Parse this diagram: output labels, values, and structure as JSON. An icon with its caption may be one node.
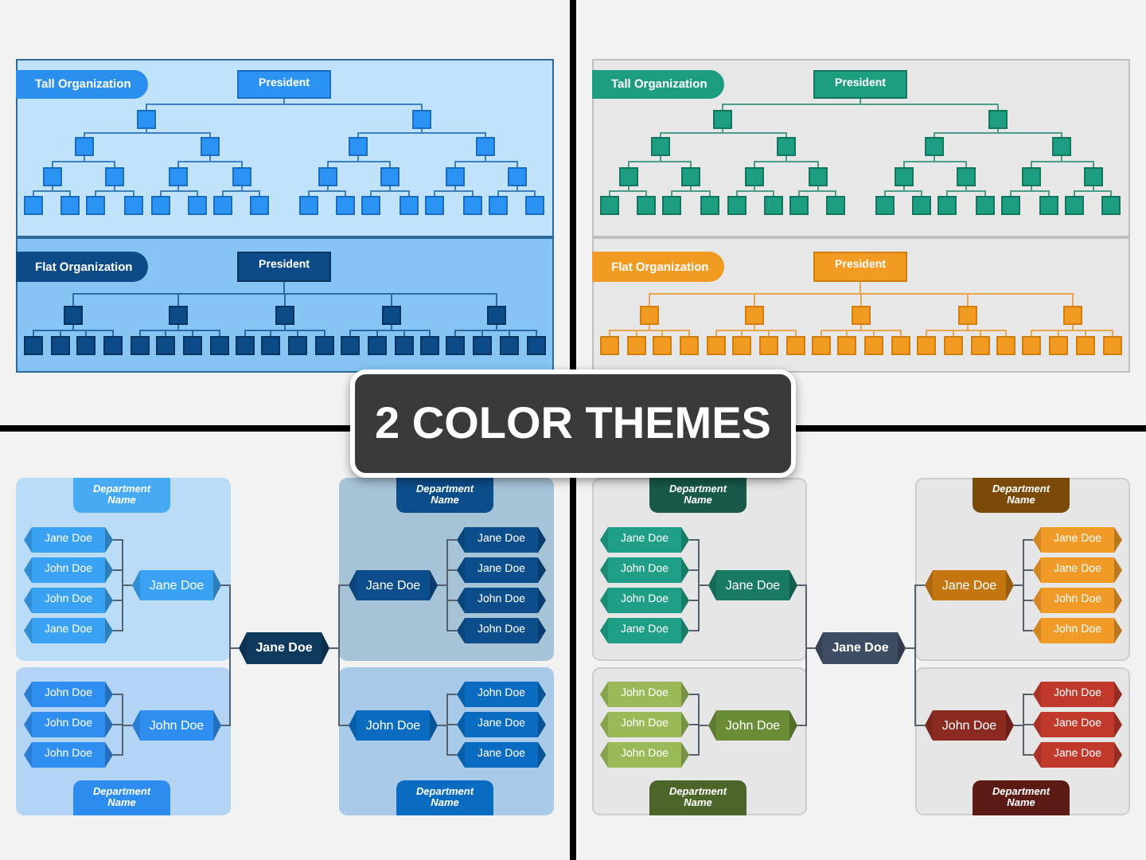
{
  "diagram": {
    "title": "2 COLOR THEMES",
    "nodes": [
      {
        "text": [
          "Tall Organization"
        ]
      },
      {
        "text": [
          "President"
        ],
        "in": 0
      },
      {
        "text": [],
        "shape": "box",
        "in": 0
      },
      {
        "text": [],
        "shape": "box",
        "in": 0
      },
      {
        "text": [],
        "shape": "box",
        "in": 0
      },
      {
        "text": [],
        "shape": "box",
        "in": 0
      },
      {
        "text": [],
        "shape": "box",
        "in": 0
      },
      {
        "text": [],
        "shape": "box",
        "in": 0
      },
      {
        "text": [],
        "shape": "box",
        "in": 0
      },
      {
        "text": [],
        "shape": "box",
        "in": 0
      },
      {
        "text": [],
        "shape": "box",
        "in": 0
      },
      {
        "text": [],
        "shape": "box",
        "in": 0
      },
      {
        "text": [],
        "shape": "box",
        "in": 0
      },
      {
        "text": [],
        "shape": "box",
        "in": 0
      },
      {
        "text": [],
        "shape": "box",
        "in": 0
      },
      {
        "text": [],
        "shape": "box",
        "in": 0
      },
      {
        "text": [],
        "shape": "box",
        "in": 0
      },
      {
        "text": [],
        "shape": "box",
        "in": 0
      },
      {
        "text": [],
        "shape": "box",
        "in": 0
      },
      {
        "text": [],
        "shape": "box",
        "in": 0
      },
      {
        "text": [],
        "shape": "box",
        "in": 0
      },
      {
        "text": [],
        "shape": "box",
        "in": 0
      },
      {
        "text": [],
        "shape": "box",
        "in": 0
      },
      {
        "text": [],
        "shape": "box",
        "in": 0
      },
      {
        "text": [],
        "shape": "box",
        "in": 0
      },
      {
        "text": [],
        "shape": "box",
        "in": 0
      },
      {
        "text": [],
        "shape": "box",
        "in": 0
      },
      {
        "text": [],
        "shape": "box",
        "in": 0
      },
      {
        "text": [],
        "shape": "box",
        "in": 0
      },
      {
        "text": [],
        "shape": "box",
        "in": 0
      },
      {
        "text": [],
        "shape": "box",
        "in": 0
      },
      {
        "text": [],
        "shape": "box",
        "in": 0
      },
      {
        "text": [
          "Flat Organization"
        ]
      },
      {
        "text": [
          "President"
        ],
        "in": 32
      },
      {
        "text": [],
        "shape": "box",
        "in": 32
      },
      {
        "text": [],
        "shape": "box",
        "in": 32
      },
      {
        "text": [],
        "shape": "box",
        "in": 32
      },
      {
        "text": [],
        "shape": "box",
        "in": 32
      },
      {
        "text": [],
        "shape": "box",
        "in": 32
      },
      {
        "text": [],
        "shape": "box",
        "in": 32
      },
      {
        "text": [],
        "shape": "box",
        "in": 32
      },
      {
        "text": [],
        "shape": "box",
        "in": 32
      },
      {
        "text": [],
        "shape": "box",
        "in": 32
      },
      {
        "text": [],
        "shape": "box",
        "in": 32
      },
      {
        "text": [],
        "shape": "box",
        "in": 32
      },
      {
        "text": [],
        "shape": "box",
        "in": 32
      },
      {
        "text": [],
        "shape": "box",
        "in": 32
      },
      {
        "text": [],
        "shape": "box",
        "in": 32
      },
      {
        "text": [],
        "shape": "box",
        "in": 32
      },
      {
        "text": [],
        "shape": "box",
        "in": 32
      },
      {
        "text": [],
        "shape": "box",
        "in": 32
      },
      {
        "text": [],
        "shape": "box",
        "in": 32
      },
      {
        "text": [],
        "shape": "box",
        "in": 32
      },
      {
        "text": [],
        "shape": "box",
        "in": 32
      },
      {
        "text": [],
        "shape": "box",
        "in": 32
      },
      {
        "text": [],
        "shape": "box",
        "in": 32
      },
      {
        "text": [],
        "shape": "box",
        "in": 32
      },
      {
        "text": [],
        "shape": "box",
        "in": 32
      },
      {
        "text": [],
        "shape": "box",
        "in": 32
      },
      {
        "text": [
          "Tall Organization"
        ]
      },
      {
        "text": [
          "President"
        ],
        "in": 59
      },
      {
        "text": [],
        "shape": "box",
        "in": 59
      },
      {
        "text": [],
        "shape": "box",
        "in": 59
      },
      {
        "text": [],
        "shape": "box",
        "in": 59
      },
      {
        "text": [],
        "shape": "box",
        "in": 59
      },
      {
        "text": [],
        "shape": "box",
        "in": 59
      },
      {
        "text": [],
        "shape": "box",
        "in": 59
      },
      {
        "text": [],
        "shape": "box",
        "in": 59
      },
      {
        "text": [],
        "shape": "box",
        "in": 59
      },
      {
        "text": [],
        "shape": "box",
        "in": 59
      },
      {
        "text": [],
        "shape": "box",
        "in": 59
      },
      {
        "text": [],
        "shape": "box",
        "in": 59
      },
      {
        "text": [],
        "shape": "box",
        "in": 59
      },
      {
        "text": [],
        "shape": "box",
        "in": 59
      },
      {
        "text": [],
        "shape": "box",
        "in": 59
      },
      {
        "text": [],
        "shape": "box",
        "in": 59
      },
      {
        "text": [],
        "shape": "box",
        "in": 59
      },
      {
        "text": [],
        "shape": "box",
        "in": 59
      },
      {
        "text": [],
        "shape": "box",
        "in": 59
      },
      {
        "text": [],
        "shape": "box",
        "in": 59
      },
      {
        "text": [],
        "shape": "box",
        "in": 59
      },
      {
        "text": [],
        "shape": "box",
        "in": 59
      },
      {
        "text": [],
        "shape": "box",
        "in": 59
      },
      {
        "text": [],
        "shape": "box",
        "in": 59
      },
      {
        "text": [],
        "shape": "box",
        "in": 59
      },
      {
        "text": [],
        "shape": "box",
        "in": 59
      },
      {
        "text": [],
        "shape": "box",
        "in": 59
      },
      {
        "text": [],
        "shape": "box",
        "in": 59
      },
      {
        "text": [],
        "shape": "box",
        "in": 59
      },
      {
        "text": [],
        "shape": "box",
        "in": 59
      },
      {
        "text": [],
        "shape": "box",
        "in": 59
      },
      {
        "text": [
          "Flat Organization"
        ]
      },
      {
        "text": [
          "President"
        ],
        "in": 91
      },
      {
        "text": [],
        "shape": "box",
        "in": 91
      },
      {
        "text": [],
        "shape": "box",
        "in": 91
      },
      {
        "text": [],
        "shape": "box",
        "in": 91
      },
      {
        "text": [],
        "shape": "box",
        "in": 91
      },
      {
        "text": [],
        "shape": "box",
        "in": 91
      },
      {
        "text": [],
        "shape": "box",
        "in": 91
      },
      {
        "text": [],
        "shape": "box",
        "in": 91
      },
      {
        "text": [],
        "shape": "box",
        "in": 91
      },
      {
        "text": [],
        "shape": "box",
        "in": 91
      },
      {
        "text": [],
        "shape": "box",
        "in": 91
      },
      {
        "text": [],
        "shape": "box",
        "in": 91
      },
      {
        "text": [],
        "shape": "box",
        "in": 91
      },
      {
        "text": [],
        "shape": "box",
        "in": 91
      },
      {
        "text": [],
        "shape": "box",
        "in": 91
      },
      {
        "text": [],
        "shape": "box",
        "in": 91
      },
      {
        "text": [],
        "shape": "box",
        "in": 91
      },
      {
        "text": [],
        "shape": "box",
        "in": 91
      },
      {
        "text": [],
        "shape": "box",
        "in": 91
      },
      {
        "text": [],
        "shape": "box",
        "in": 91
      },
      {
        "text": [],
        "shape": "box",
        "in": 91
      },
      {
        "text": [],
        "shape": "box",
        "in": 91
      },
      {
        "text": [],
        "shape": "box",
        "in": 91
      },
      {
        "text": [],
        "shape": "box",
        "in": 91
      },
      {
        "text": [],
        "shape": "box",
        "in": 91
      },
      {
        "text": [],
        "shape": "box",
        "in": 91
      },
      {
        "text": [
          "Jane Doe"
        ]
      },
      {
        "text": [
          "Department Name"
        ]
      },
      {
        "text": [
          "Jane Doe"
        ],
        "in": 119
      },
      {
        "text": [
          "Jane Doe"
        ],
        "in": 119
      },
      {
        "text": [
          "John Doe"
        ],
        "in": 119
      },
      {
        "text": [
          "John Doe"
        ],
        "in": 119
      },
      {
        "text": [
          "Jane Doe"
        ],
        "in": 119
      },
      {
        "text": [
          "Department Name"
        ]
      },
      {
        "text": [
          "John Doe"
        ],
        "in": 125
      },
      {
        "text": [
          "John Doe"
        ],
        "in": 125
      },
      {
        "text": [
          "John Doe"
        ],
        "in": 125
      },
      {
        "text": [
          "John Doe"
        ],
        "in": 125
      },
      {
        "text": [
          "Department Name"
        ]
      },
      {
        "text": [
          "Jane Doe"
        ],
        "in": 130
      },
      {
        "text": [
          "Jane Doe"
        ],
        "in": 130
      },
      {
        "text": [
          "Jane Doe"
        ],
        "in": 130
      },
      {
        "text": [
          "John Doe"
        ],
        "in": 130
      },
      {
        "text": [
          "John Doe"
        ],
        "in": 130
      },
      {
        "text": [
          "Department Name"
        ]
      },
      {
        "text": [
          "John Doe"
        ],
        "in": 136
      },
      {
        "text": [
          "John Doe"
        ],
        "in": 136
      },
      {
        "text": [
          "Jane Doe"
        ],
        "in": 136
      },
      {
        "text": [
          "Jane Doe"
        ],
        "in": 136
      },
      {
        "text": [
          "Jane Doe"
        ]
      },
      {
        "text": [
          "Department Name"
        ]
      },
      {
        "text": [
          "Jane Doe"
        ],
        "in": 142
      },
      {
        "text": [
          "Jane Doe"
        ],
        "in": 142
      },
      {
        "text": [
          "John Doe"
        ],
        "in": 142
      },
      {
        "text": [
          "John Doe"
        ],
        "in": 142
      },
      {
        "text": [
          "Jane Doe"
        ],
        "in": 142
      },
      {
        "text": [
          "Department Name"
        ]
      },
      {
        "text": [
          "John Doe"
        ],
        "in": 148
      },
      {
        "text": [
          "John Doe"
        ],
        "in": 148
      },
      {
        "text": [
          "John Doe"
        ],
        "in": 148
      },
      {
        "text": [
          "John Doe"
        ],
        "in": 148
      },
      {
        "text": [
          "Department Name"
        ]
      },
      {
        "text": [
          "Jane Doe"
        ],
        "in": 153
      },
      {
        "text": [
          "Jane Doe"
        ],
        "in": 153
      },
      {
        "text": [
          "Jane Doe"
        ],
        "in": 153
      },
      {
        "text": [
          "John Doe"
        ],
        "in": 153
      },
      {
        "text": [
          "John Doe"
        ],
        "in": 153
      },
      {
        "text": [
          "Department Name"
        ]
      },
      {
        "text": [
          "John Doe"
        ],
        "in": 159
      },
      {
        "text": [
          "John Doe"
        ],
        "in": 159
      },
      {
        "text": [
          "Jane Doe"
        ],
        "in": 159
      },
      {
        "text": [
          "Jane Doe"
        ],
        "in": 159
      }
    ],
    "edges": [
      {
        "from": 1,
        "to": 2,
        "arrow": "none",
        "color": "#3a80c2"
      },
      {
        "from": 1,
        "to": 3,
        "arrow": "none",
        "color": "#3a80c2"
      },
      {
        "from": 2,
        "to": 4,
        "arrow": "none",
        "color": "#3a80c2"
      },
      {
        "from": 2,
        "to": 5,
        "arrow": "none",
        "color": "#3a80c2"
      },
      {
        "from": 3,
        "to": 6,
        "arrow": "none",
        "color": "#3a80c2"
      },
      {
        "from": 3,
        "to": 7,
        "arrow": "none",
        "color": "#3a80c2"
      },
      {
        "from": 4,
        "to": 8,
        "arrow": "none",
        "color": "#3a80c2"
      },
      {
        "from": 4,
        "to": 9,
        "arrow": "none",
        "color": "#3a80c2"
      },
      {
        "from": 5,
        "to": 10,
        "arrow": "none",
        "color": "#3a80c2"
      },
      {
        "from": 5,
        "to": 11,
        "arrow": "none",
        "color": "#3a80c2"
      },
      {
        "from": 6,
        "to": 12,
        "arrow": "none",
        "color": "#3a80c2"
      },
      {
        "from": 6,
        "to": 13,
        "arrow": "none",
        "color": "#3a80c2"
      },
      {
        "from": 7,
        "to": 14,
        "arrow": "none",
        "color": "#3a80c2"
      },
      {
        "from": 7,
        "to": 15,
        "arrow": "none",
        "color": "#3a80c2"
      },
      {
        "from": 8,
        "to": 16,
        "arrow": "none",
        "color": "#3a80c2"
      },
      {
        "from": 8,
        "to": 17,
        "arrow": "none",
        "color": "#3a80c2"
      },
      {
        "from": 9,
        "to": 18,
        "arrow": "none",
        "color": "#3a80c2"
      },
      {
        "from": 9,
        "to": 19,
        "arrow": "none",
        "color": "#3a80c2"
      },
      {
        "from": 10,
        "to": 20,
        "arrow": "none",
        "color": "#3a80c2"
      },
      {
        "from": 10,
        "to": 21,
        "arrow": "none",
        "color": "#3a80c2"
      },
      {
        "from": 11,
        "to": 22,
        "arrow": "none",
        "color": "#3a80c2"
      },
      {
        "from": 11,
        "to": 23,
        "arrow": "none",
        "color": "#3a80c2"
      },
      {
        "from": 12,
        "to": 24,
        "arrow": "none",
        "color": "#3a80c2"
      },
      {
        "from": 12,
        "to": 25,
        "arrow": "none",
        "color": "#3a80c2"
      },
      {
        "from": 13,
        "to": 26,
        "arrow": "none",
        "color": "#3a80c2"
      },
      {
        "from": 13,
        "to": 27,
        "arrow": "none",
        "color": "#3a80c2"
      },
      {
        "from": 14,
        "to": 28,
        "arrow": "none",
        "color": "#3a80c2"
      },
      {
        "from": 14,
        "to": 29,
        "arrow": "none",
        "color": "#3a80c2"
      },
      {
        "from": 15,
        "to": 30,
        "arrow": "none",
        "color": "#3a80c2"
      },
      {
        "from": 15,
        "to": 31,
        "arrow": "none",
        "color": "#3a80c2"
      },
      {
        "from": 33,
        "to": 34,
        "arrow": "none",
        "color": "#2a6aa5"
      },
      {
        "from": 33,
        "to": 35,
        "arrow": "none",
        "color": "#2a6aa5"
      },
      {
        "from": 33,
        "to": 36,
        "arrow": "none",
        "color": "#2a6aa5"
      },
      {
        "from": 33,
        "to": 37,
        "arrow": "none",
        "color": "#2a6aa5"
      },
      {
        "from": 33,
        "to": 38,
        "arrow": "none",
        "color": "#2a6aa5"
      },
      {
        "from": 34,
        "to": 39,
        "arrow": "none",
        "color": "#2a6aa5"
      },
      {
        "from": 34,
        "to": 40,
        "arrow": "none",
        "color": "#2a6aa5"
      },
      {
        "from": 34,
        "to": 41,
        "arrow": "none",
        "color": "#2a6aa5"
      },
      {
        "from": 34,
        "to": 42,
        "arrow": "none",
        "color": "#2a6aa5"
      },
      {
        "from": 35,
        "to": 43,
        "arrow": "none",
        "color": "#2a6aa5"
      },
      {
        "from": 35,
        "to": 44,
        "arrow": "none",
        "color": "#2a6aa5"
      },
      {
        "from": 35,
        "to": 45,
        "arrow": "none",
        "color": "#2a6aa5"
      },
      {
        "from": 35,
        "to": 46,
        "arrow": "none",
        "color": "#2a6aa5"
      },
      {
        "from": 36,
        "to": 47,
        "arrow": "none",
        "color": "#2a6aa5"
      },
      {
        "from": 36,
        "to": 48,
        "arrow": "none",
        "color": "#2a6aa5"
      },
      {
        "from": 36,
        "to": 49,
        "arrow": "none",
        "color": "#2a6aa5"
      },
      {
        "from": 36,
        "to": 50,
        "arrow": "none",
        "color": "#2a6aa5"
      },
      {
        "from": 37,
        "to": 51,
        "arrow": "none",
        "color": "#2a6aa5"
      },
      {
        "from": 37,
        "to": 52,
        "arrow": "none",
        "color": "#2a6aa5"
      },
      {
        "from": 37,
        "to": 53,
        "arrow": "none",
        "color": "#2a6aa5"
      },
      {
        "from": 37,
        "to": 54,
        "arrow": "none",
        "color": "#2a6aa5"
      },
      {
        "from": 38,
        "to": 55,
        "arrow": "none",
        "color": "#2a6aa5"
      },
      {
        "from": 38,
        "to": 56,
        "arrow": "none",
        "color": "#2a6aa5"
      },
      {
        "from": 38,
        "to": 57,
        "arrow": "none",
        "color": "#2a6aa5"
      },
      {
        "from": 38,
        "to": 58,
        "arrow": "none",
        "color": "#2a6aa5"
      },
      {
        "from": 60,
        "to": 61,
        "arrow": "none",
        "color": "#4a9d89"
      },
      {
        "from": 60,
        "to": 62,
        "arrow": "none",
        "color": "#4a9d89"
      },
      {
        "from": 61,
        "to": 63,
        "arrow": "none",
        "color": "#4a9d89"
      },
      {
        "from": 61,
        "to": 64,
        "arrow": "none",
        "color": "#4a9d89"
      },
      {
        "from": 62,
        "to": 65,
        "arrow": "none",
        "color": "#4a9d89"
      },
      {
        "from": 62,
        "to": 66,
        "arrow": "none",
        "color": "#4a9d89"
      },
      {
        "from": 63,
        "to": 67,
        "arrow": "none",
        "color": "#4a9d89"
      },
      {
        "from": 63,
        "to": 68,
        "arrow": "none",
        "color": "#4a9d89"
      },
      {
        "from": 64,
        "to": 69,
        "arrow": "none",
        "color": "#4a9d89"
      },
      {
        "from": 64,
        "to": 70,
        "arrow": "none",
        "color": "#4a9d89"
      },
      {
        "from": 65,
        "to": 71,
        "arrow": "none",
        "color": "#4a9d89"
      },
      {
        "from": 65,
        "to": 72,
        "arrow": "none",
        "color": "#4a9d89"
      },
      {
        "from": 66,
        "to": 73,
        "arrow": "none",
        "color": "#4a9d89"
      },
      {
        "from": 66,
        "to": 74,
        "arrow": "none",
        "color": "#4a9d89"
      },
      {
        "from": 67,
        "to": 75,
        "arrow": "none",
        "color": "#4a9d89"
      },
      {
        "from": 67,
        "to": 76,
        "arrow": "none",
        "color": "#4a9d89"
      },
      {
        "from": 68,
        "to": 77,
        "arrow": "none",
        "color": "#4a9d89"
      },
      {
        "from": 68,
        "to": 78,
        "arrow": "none",
        "color": "#4a9d89"
      },
      {
        "from": 69,
        "to": 79,
        "arrow": "none",
        "color": "#4a9d89"
      },
      {
        "from": 69,
        "to": 80,
        "arrow": "none",
        "color": "#4a9d89"
      },
      {
        "from": 70,
        "to": 81,
        "arrow": "none",
        "color": "#4a9d89"
      },
      {
        "from": 70,
        "to": 82,
        "arrow": "none",
        "color": "#4a9d89"
      },
      {
        "from": 71,
        "to": 83,
        "arrow": "none",
        "color": "#4a9d89"
      },
      {
        "from": 71,
        "to": 84,
        "arrow": "none",
        "color": "#4a9d89"
      },
      {
        "from": 72,
        "to": 85,
        "arrow": "none",
        "color": "#4a9d89"
      },
      {
        "from": 72,
        "to": 86,
        "arrow": "none",
        "color": "#4a9d89"
      },
      {
        "from": 73,
        "to": 87,
        "arrow": "none",
        "color": "#4a9d89"
      },
      {
        "from": 73,
        "to": 88,
        "arrow": "none",
        "color": "#4a9d89"
      },
      {
        "from": 74,
        "to": 89,
        "arrow": "none",
        "color": "#4a9d89"
      },
      {
        "from": 74,
        "to": 90,
        "arrow": "none",
        "color": "#4a9d89"
      },
      {
        "from": 92,
        "to": 93,
        "arrow": "none",
        "color": "#e9a54a"
      },
      {
        "from": 92,
        "to": 94,
        "arrow": "none",
        "color": "#e9a54a"
      },
      {
        "from": 92,
        "to": 95,
        "arrow": "none",
        "color": "#e9a54a"
      },
      {
        "from": 92,
        "to": 96,
        "arrow": "none",
        "color": "#e9a54a"
      },
      {
        "from": 92,
        "to": 97,
        "arrow": "none",
        "color": "#e9a54a"
      },
      {
        "from": 93,
        "to": 98,
        "arrow": "none",
        "color": "#e9a54a"
      },
      {
        "from": 93,
        "to": 99,
        "arrow": "none",
        "color": "#e9a54a"
      },
      {
        "from": 93,
        "to": 100,
        "arrow": "none",
        "color": "#e9a54a"
      },
      {
        "from": 93,
        "to": 101,
        "arrow": "none",
        "color": "#e9a54a"
      },
      {
        "from": 94,
        "to": 102,
        "arrow": "none",
        "color": "#e9a54a"
      },
      {
        "from": 94,
        "to": 103,
        "arrow": "none",
        "color": "#e9a54a"
      },
      {
        "from": 94,
        "to": 104,
        "arrow": "none",
        "color": "#e9a54a"
      },
      {
        "from": 94,
        "to": 105,
        "arrow": "none",
        "color": "#e9a54a"
      },
      {
        "from": 95,
        "to": 106,
        "arrow": "none",
        "color": "#e9a54a"
      },
      {
        "from": 95,
        "to": 107,
        "arrow": "none",
        "color": "#e9a54a"
      },
      {
        "from": 95,
        "to": 108,
        "arrow": "none",
        "color": "#e9a54a"
      },
      {
        "from": 95,
        "to": 109,
        "arrow": "none",
        "color": "#e9a54a"
      },
      {
        "from": 96,
        "to": 110,
        "arrow": "none",
        "color": "#e9a54a"
      },
      {
        "from": 96,
        "to": 111,
        "arrow": "none",
        "color": "#e9a54a"
      },
      {
        "from": 96,
        "to": 112,
        "arrow": "none",
        "color": "#e9a54a"
      },
      {
        "from": 96,
        "to": 113,
        "arrow": "none",
        "color": "#e9a54a"
      },
      {
        "from": 97,
        "to": 114,
        "arrow": "none",
        "color": "#e9a54a"
      },
      {
        "from": 97,
        "to": 115,
        "arrow": "none",
        "color": "#e9a54a"
      },
      {
        "from": 97,
        "to": 116,
        "arrow": "none",
        "color": "#e9a54a"
      },
      {
        "from": 97,
        "to": 117,
        "arrow": "none",
        "color": "#e9a54a"
      },
      {
        "from": 118,
        "to": 120,
        "arrow": "none"
      },
      {
        "from": 118,
        "to": 126,
        "arrow": "none"
      },
      {
        "from": 118,
        "to": 131,
        "arrow": "none"
      },
      {
        "from": 118,
        "to": 137,
        "arrow": "none"
      },
      {
        "from": 120,
        "to": 121,
        "arrow": "none"
      },
      {
        "from": 120,
        "to": 122,
        "arrow": "none"
      },
      {
        "from": 120,
        "to": 123,
        "arrow": "none"
      },
      {
        "from": 120,
        "to": 124,
        "arrow": "none"
      },
      {
        "from": 126,
        "to": 127,
        "arrow": "none"
      },
      {
        "from": 126,
        "to": 128,
        "arrow": "none"
      },
      {
        "from": 126,
        "to": 129,
        "arrow": "none"
      },
      {
        "from": 131,
        "to": 132,
        "arrow": "none"
      },
      {
        "from": 131,
        "to": 133,
        "arrow": "none"
      },
      {
        "from": 131,
        "to": 134,
        "arrow": "none"
      },
      {
        "from": 131,
        "to": 135,
        "arrow": "none"
      },
      {
        "from": 137,
        "to": 138,
        "arrow": "none"
      },
      {
        "from": 137,
        "to": 139,
        "arrow": "none"
      },
      {
        "from": 137,
        "to": 140,
        "arrow": "none"
      },
      {
        "from": 141,
        "to": 143,
        "arrow": "none"
      },
      {
        "from": 141,
        "to": 149,
        "arrow": "none"
      },
      {
        "from": 141,
        "to": 154,
        "arrow": "none"
      },
      {
        "from": 141,
        "to": 160,
        "arrow": "none"
      },
      {
        "from": 143,
        "to": 144,
        "arrow": "none"
      },
      {
        "from": 143,
        "to": 145,
        "arrow": "none"
      },
      {
        "from": 143,
        "to": 146,
        "arrow": "none"
      },
      {
        "from": 143,
        "to": 147,
        "arrow": "none"
      },
      {
        "from": 149,
        "to": 150,
        "arrow": "none"
      },
      {
        "from": 149,
        "to": 151,
        "arrow": "none"
      },
      {
        "from": 149,
        "to": 152,
        "arrow": "none"
      },
      {
        "from": 154,
        "to": 155,
        "arrow": "none"
      },
      {
        "from": 154,
        "to": 156,
        "arrow": "none"
      },
      {
        "from": 154,
        "to": 157,
        "arrow": "none"
      },
      {
        "from": 154,
        "to": 158,
        "arrow": "none"
      },
      {
        "from": 160,
        "to": 161,
        "arrow": "none"
      },
      {
        "from": 160,
        "to": 162,
        "arrow": "none"
      },
      {
        "from": 160,
        "to": 163,
        "arrow": "none"
      }
    ]
  }
}
